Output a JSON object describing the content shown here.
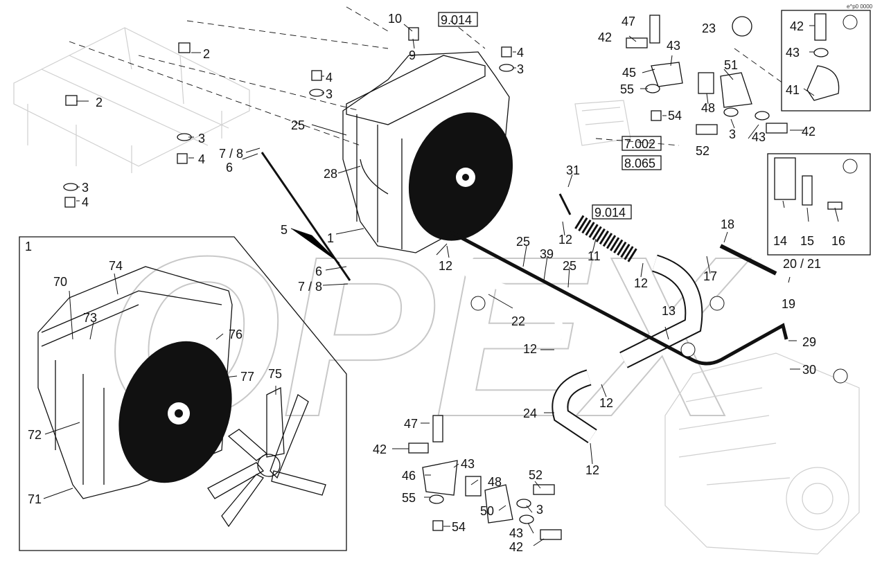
{
  "watermark": "OPEX",
  "corner_mark": "e^p0  0000",
  "reference_boxes": [
    "9.014",
    "9.014",
    "7.002",
    "8.065"
  ],
  "inset_1_label": "1",
  "callouts": [
    "1",
    "2",
    "2",
    "3",
    "3",
    "3",
    "3",
    "3",
    "3",
    "3",
    "4",
    "4",
    "4",
    "4",
    "4",
    "5",
    "6",
    "6",
    "7 / 8",
    "7 / 8",
    "9",
    "10",
    "11",
    "12",
    "12",
    "12",
    "12",
    "12",
    "12",
    "12",
    "13",
    "14",
    "15",
    "16",
    "17",
    "18",
    "19",
    "20 / 21",
    "22",
    "23",
    "24",
    "25",
    "25",
    "25",
    "28",
    "29",
    "30",
    "31",
    "39",
    "41",
    "42",
    "42",
    "42",
    "42",
    "42",
    "43",
    "43",
    "43",
    "43",
    "43",
    "43",
    "45",
    "46",
    "47",
    "47",
    "48",
    "48",
    "50",
    "51",
    "52",
    "52",
    "54",
    "54",
    "55",
    "55",
    "70",
    "71",
    "72",
    "73",
    "74",
    "75",
    "76",
    "77"
  ]
}
